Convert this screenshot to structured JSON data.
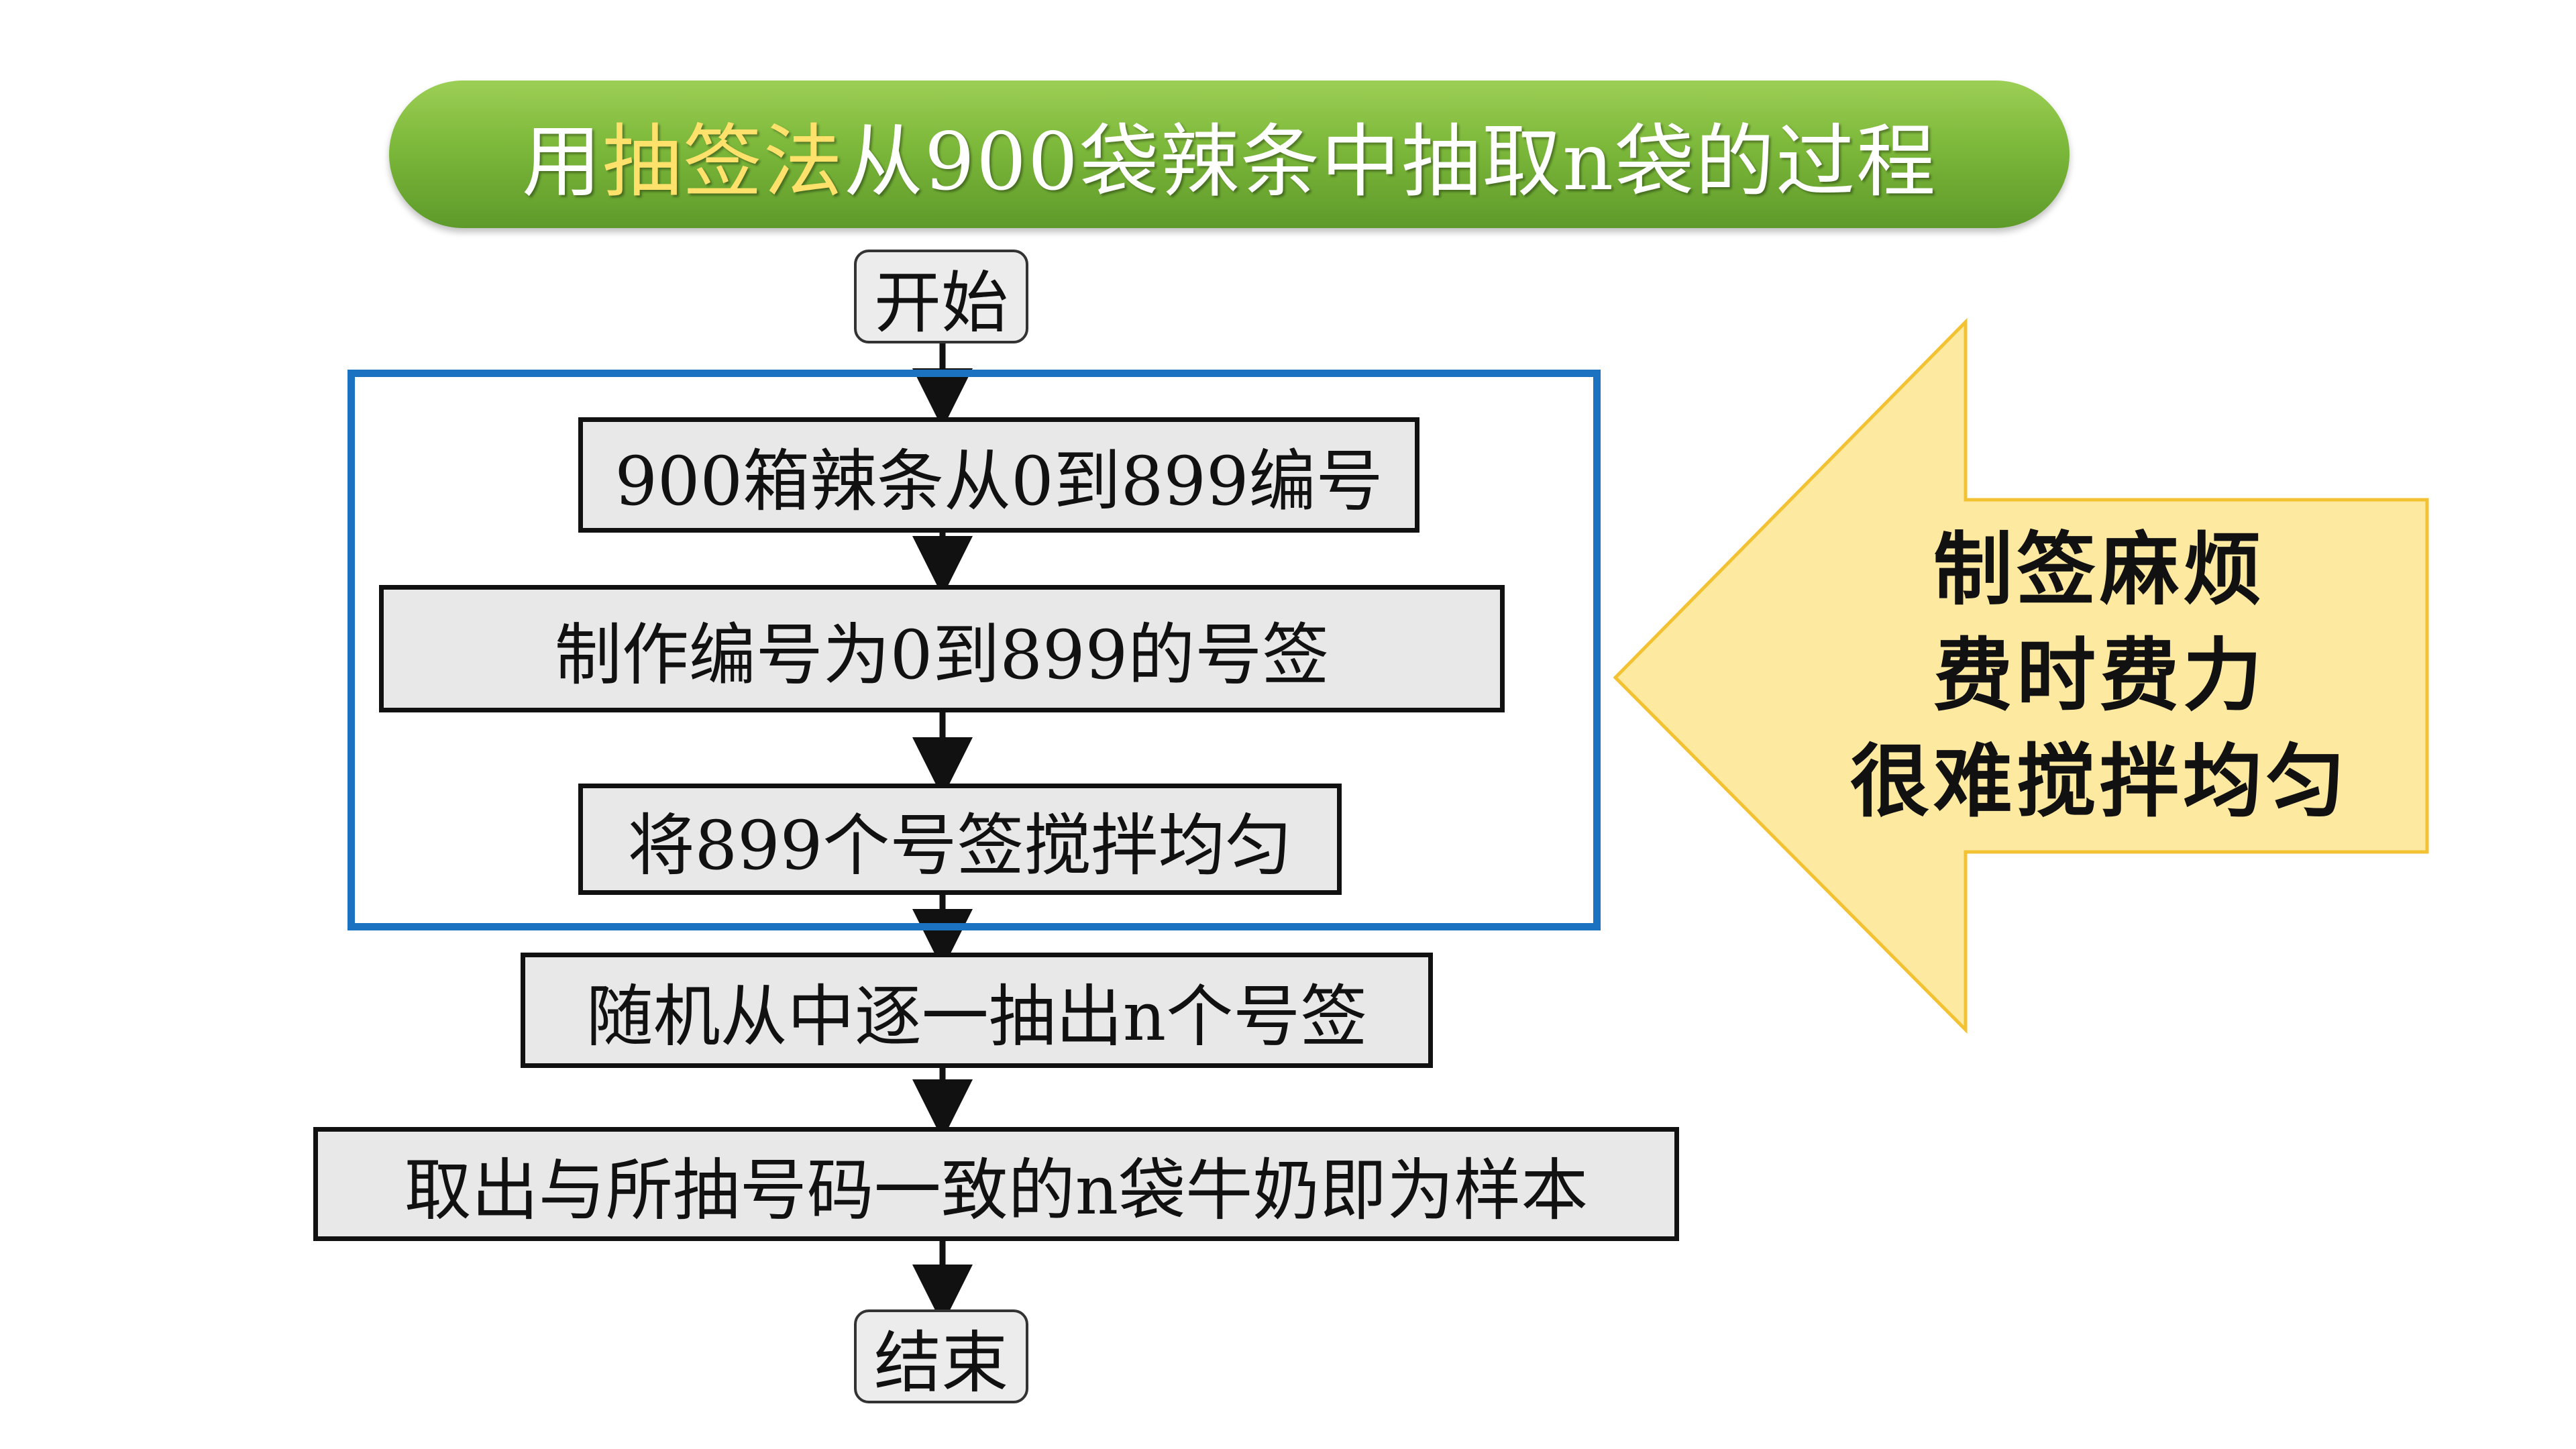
{
  "title": {
    "prefix": "用",
    "highlight": "抽签法",
    "suffix": "从900袋辣条中抽取n袋的过程"
  },
  "flow": {
    "start": "开始",
    "steps": [
      "900箱辣条从0到899编号",
      "制作编号为0到899的号签",
      "将899个号签搅拌均匀",
      "随机从中逐一抽出n个号签",
      "取出与所抽号码一致的n袋牛奶即为样本"
    ],
    "end": "结束"
  },
  "callout": {
    "lines": [
      "制签麻烦",
      "费时费力",
      "很难搅拌均匀"
    ]
  },
  "colors": {
    "title_green": "#7cb83a",
    "title_highlight": "#ffe16b",
    "frame_blue": "#1a72c0",
    "callout_fill": "#fde9a0",
    "callout_stroke": "#f2c232"
  }
}
